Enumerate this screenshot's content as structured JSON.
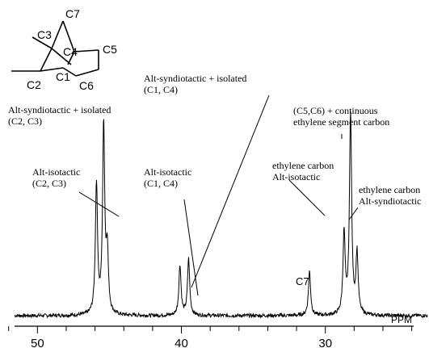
{
  "chart_data": {
    "type": "line",
    "title": "",
    "xlabel": "PPM",
    "ylabel": "",
    "x_reversed": true,
    "xlim": [
      23,
      52
    ],
    "ylim": [
      0,
      1
    ],
    "grid": false,
    "legend": "none",
    "x_ticks": [
      50,
      40,
      30
    ],
    "x_tick_labels": [
      "50",
      "40",
      "30"
    ],
    "baseline": 0.0,
    "peaks": [
      {
        "ppm": 45.9,
        "height": 0.65
      },
      {
        "ppm": 45.4,
        "height": 0.93
      },
      {
        "ppm": 45.15,
        "height": 0.3
      },
      {
        "ppm": 40.1,
        "height": 0.25
      },
      {
        "ppm": 39.5,
        "height": 0.28
      },
      {
        "ppm": 31.1,
        "height": 0.22
      },
      {
        "ppm": 28.7,
        "height": 0.4
      },
      {
        "ppm": 28.25,
        "height": 1.0
      },
      {
        "ppm": 27.8,
        "height": 0.3
      }
    ],
    "annotations": [
      {
        "id": "a1",
        "lines": [
          "Alt-syndiotactic + isolated",
          "(C2, C3)"
        ]
      },
      {
        "id": "a2",
        "lines": [
          "Alt-isotactic",
          "(C2, C3)"
        ]
      },
      {
        "id": "a3",
        "lines": [
          "Alt-isotactic",
          "(C1, C4)"
        ]
      },
      {
        "id": "a4",
        "lines": [
          "Alt-syndiotactic + isolated",
          "(C1, C4)"
        ]
      },
      {
        "id": "a5",
        "lines": [
          "(C5,C6) + continuous",
          "ethylene segment carbon"
        ]
      },
      {
        "id": "a6",
        "lines": [
          "ethylene carbon",
          "Alt-isotactic"
        ]
      },
      {
        "id": "a7",
        "lines": [
          "C7"
        ]
      },
      {
        "id": "a8",
        "lines": [
          "ethylene carbon",
          "Alt-syndiotactic"
        ]
      }
    ]
  },
  "structure_labels": {
    "c7": "C7",
    "c3": "C3",
    "c4": "C4",
    "c5": "C5",
    "c2": "C2",
    "c1": "C1",
    "c6": "C6"
  }
}
